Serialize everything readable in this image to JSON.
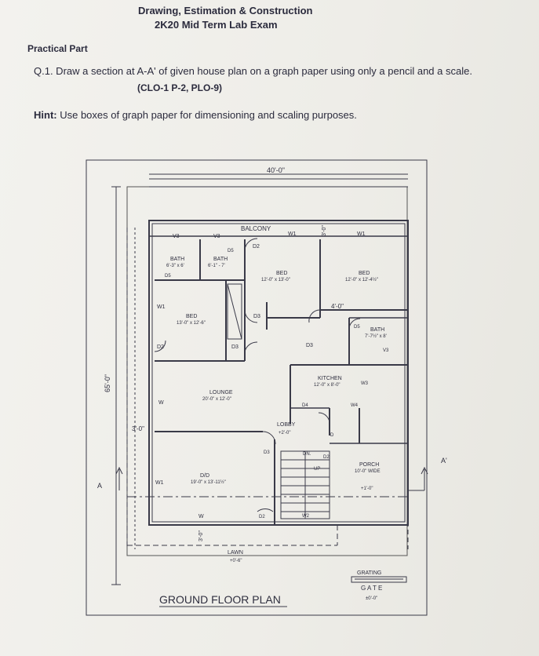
{
  "header": {
    "course": "Drawing, Estimation & Construction",
    "exam": "2K20 Mid Term Lab Exam"
  },
  "section": "Practical Part",
  "question": {
    "text": "Q.1. Draw a section at A-A' of given house plan on a graph paper using only a pencil and a scale.",
    "clo": "(CLO-1 P-2, PLO-9)"
  },
  "hint": {
    "label": "Hint:",
    "text": " Use boxes of graph paper for dimensioning and scaling purposes."
  },
  "plan": {
    "title": "GROUND FLOOR PLAN",
    "width_dim": "40'-0\"",
    "depth_dim": "65'-0\"",
    "dim_3ft_left": "3'-0\"",
    "dim_3ft_top": "3'-0\"",
    "dim_4ft": "4'-0\"",
    "dim_3ft_bottom": "3'-0\"",
    "section_left": "A",
    "section_right": "A'",
    "balcony": "BALCONY",
    "rooms": {
      "bath1": "BATH",
      "bath1_dim": "6'-3\" x 6'",
      "bath2": "BATH",
      "bath2_dim": "6'-1\" - 7'",
      "bed_top": "BED",
      "bed_top_dim": "12'-0\" x 13'-0\"",
      "bed_right": "BED",
      "bed_right_dim": "12'-0\" x 12'-4½\"",
      "bed_left": "BED",
      "bed_left_dim": "13'-0\" x 12'-6\"",
      "bath3": "BATH",
      "bath3_dim": "7'-7½\" x 8'",
      "kitchen": "KITCHEN",
      "kitchen_dim": "12'-0\" x 8'-0\"",
      "lounge": "LOUNGE",
      "lounge_dim": "20'-0\" x 12'-0\"",
      "lobby": "LOBBY",
      "lobby_lvl": "+2'-0\"",
      "dd": "D/D",
      "dd_dim": "19'-0\" x 13'-11½\"",
      "porch": "PORCH",
      "porch_dim": "10'-0\" WIDE",
      "porch_lvl": "+1'-0\"",
      "lawn": "LAWN",
      "lawn_lvl": "+0'-6\"",
      "grating": "GRATING",
      "gate": "G A T E",
      "gate_lvl": "±0'-0\""
    },
    "openings": {
      "v3a": "V3",
      "v3b": "V3",
      "v3c": "V3",
      "d5a": "D5",
      "d5b": "D5",
      "d5c": "D5",
      "d2a": "D2",
      "d2b": "D2",
      "d2c": "D2",
      "d2d": "D2",
      "d3a": "D3",
      "d3b": "D3",
      "d3c": "D3",
      "d3d": "D3",
      "d4": "D4",
      "d": "D",
      "w1a": "W1",
      "w1b": "W1",
      "w1c": "W1",
      "w1d": "W1",
      "w3": "W3",
      "w4": "W4",
      "w2": "W2",
      "w_a": "W",
      "w_b": "W",
      "dn": "DN.",
      "up": "UP"
    }
  }
}
